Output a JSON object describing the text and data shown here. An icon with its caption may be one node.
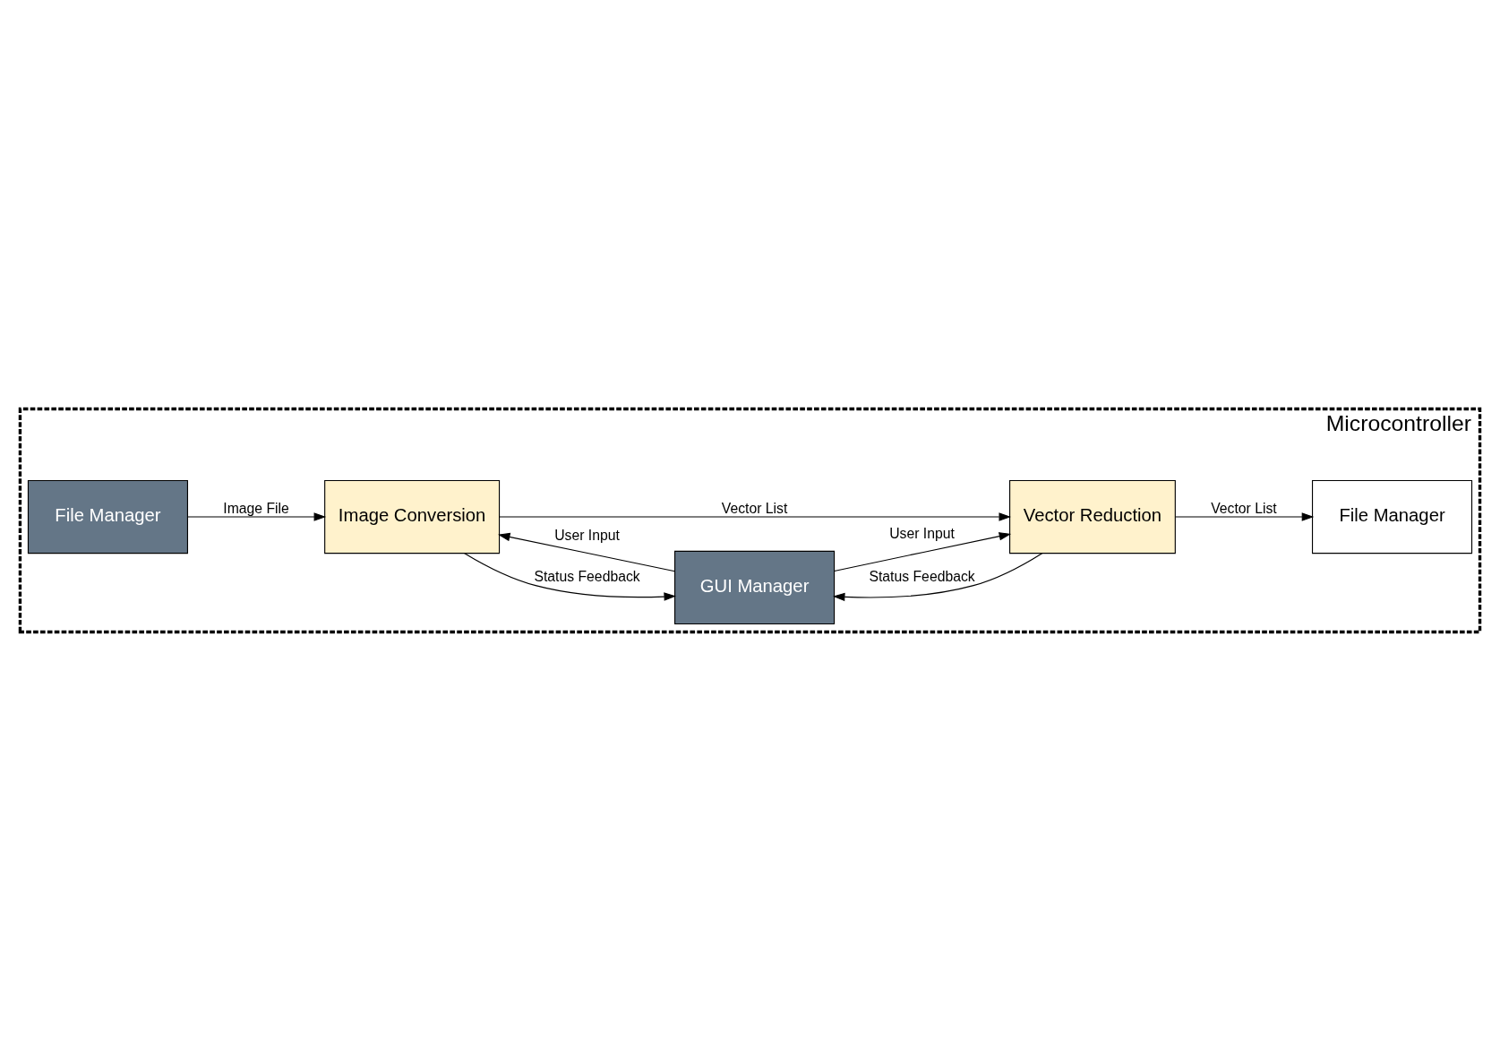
{
  "diagram": {
    "nodes": [
      {
        "text": [
          "Microcontroller"
        ]
      },
      {
        "text": [
          "File Manager"
        ],
        "in": 0
      },
      {
        "text": [
          "Image Conversion"
        ],
        "in": 0
      },
      {
        "text": [
          "GUI Manager"
        ],
        "in": 0
      },
      {
        "text": [
          "Vector Reduction"
        ],
        "in": 0
      },
      {
        "text": [
          "File Manager"
        ],
        "in": 0
      }
    ],
    "edges": [
      {
        "from": 1,
        "to": 2,
        "arrow": "to",
        "label": "Image File"
      },
      {
        "from": 3,
        "to": 2,
        "arrow": "to",
        "label": "User Input"
      },
      {
        "from": 2,
        "to": 3,
        "arrow": "to",
        "label": "Status Feedback"
      },
      {
        "from": 2,
        "to": 4,
        "arrow": "to",
        "label": "Vector List"
      },
      {
        "from": 3,
        "to": 4,
        "arrow": "to",
        "label": "User Input"
      },
      {
        "from": 4,
        "to": 5,
        "arrow": "to",
        "label": "Vector List"
      },
      {
        "from": 4,
        "to": 3,
        "arrow": "to",
        "label": "Status Feedback"
      }
    ]
  }
}
